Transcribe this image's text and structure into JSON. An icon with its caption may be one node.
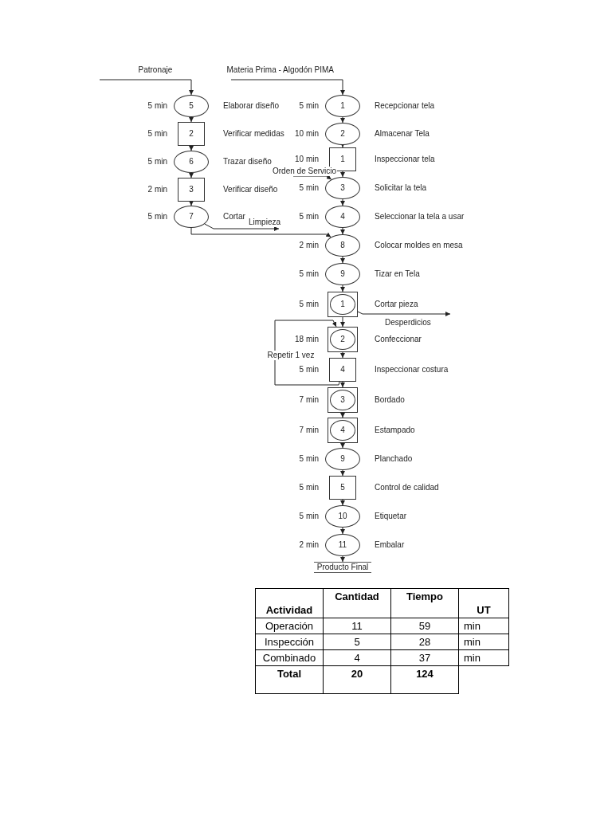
{
  "diagram": {
    "nodes": [
      {
        "text": [
          "5"
        ],
        "beside": [
          "5 min",
          "Elaborar diseño"
        ]
      },
      {
        "text": [
          "2"
        ],
        "beside": [
          "5 min",
          "Verificar medidas"
        ]
      },
      {
        "text": [
          "6"
        ],
        "beside": [
          "5 min",
          "Trazar diseño"
        ]
      },
      {
        "text": [
          "3"
        ],
        "beside": [
          "2 min",
          "Verificar diseño"
        ]
      },
      {
        "text": [
          "7"
        ],
        "beside": [
          "5 min",
          "Cortar"
        ]
      },
      {
        "text": [
          "1"
        ],
        "beside": [
          "5 min",
          "Recepcionar tela"
        ]
      },
      {
        "text": [
          "2"
        ],
        "beside": [
          "10 min",
          "Almacenar Tela"
        ]
      },
      {
        "text": [
          "1"
        ],
        "beside": [
          "10 min",
          "Inspeccionar tela"
        ]
      },
      {
        "text": [
          "3"
        ],
        "beside": [
          "5 min",
          "Solicitar la tela"
        ]
      },
      {
        "text": [
          "4"
        ],
        "beside": [
          "5 min",
          "Seleccionar la tela a usar"
        ]
      },
      {
        "text": [
          "8"
        ],
        "beside": [
          "2 min",
          "Colocar moldes en mesa"
        ]
      },
      {
        "text": [
          "9"
        ],
        "beside": [
          "5 min",
          "Tizar en Tela"
        ]
      },
      {
        "text": [
          "1"
        ],
        "beside": [
          "5 min",
          "Cortar pieza"
        ]
      },
      {
        "text": [
          "2"
        ],
        "beside": [
          "18 min",
          "Confeccionar"
        ]
      },
      {
        "text": [
          "4"
        ],
        "beside": [
          "5 min",
          "Inspeccionar costura"
        ]
      },
      {
        "text": [
          "3"
        ],
        "beside": [
          "7 min",
          "Bordado"
        ]
      },
      {
        "text": [
          "4"
        ],
        "beside": [
          "7 min",
          "Estampado"
        ]
      },
      {
        "text": [
          "9"
        ],
        "beside": [
          "5 min",
          "Planchado"
        ]
      },
      {
        "text": [
          "5"
        ],
        "beside": [
          "5 min",
          "Control de calidad"
        ]
      },
      {
        "text": [
          "10"
        ],
        "beside": [
          "5 min",
          "Etiquetar"
        ]
      },
      {
        "text": [
          "11"
        ],
        "beside": [
          "2 min",
          "Embalar"
        ]
      },
      {
        "text": [
          "Producto Final"
        ]
      }
    ],
    "edges": [
      {
        "from": null,
        "to": 0,
        "arrow": "to",
        "label": "Patronaje"
      },
      {
        "from": 0,
        "to": 1,
        "arrow": "to"
      },
      {
        "from": 1,
        "to": 2,
        "arrow": "to"
      },
      {
        "from": 2,
        "to": 3,
        "arrow": "to"
      },
      {
        "from": 3,
        "to": 4,
        "arrow": "to"
      },
      {
        "from": null,
        "to": 5,
        "arrow": "to",
        "label": "Materia Prima - Algodón PIMA"
      },
      {
        "from": 5,
        "to": 6,
        "arrow": "to"
      },
      {
        "from": 6,
        "to": 7,
        "arrow": "to"
      },
      {
        "from": 7,
        "to": 8,
        "arrow": "to"
      },
      {
        "from": null,
        "to": 8,
        "arrow": "to",
        "label": "Orden de Servicio"
      },
      {
        "from": 8,
        "to": 9,
        "arrow": "to"
      },
      {
        "from": 4,
        "to": null,
        "arrow": "to",
        "label": "Limpieza"
      },
      {
        "from": 4,
        "to": 10,
        "arrow": "to"
      },
      {
        "from": 9,
        "to": 10,
        "arrow": "to"
      },
      {
        "from": 10,
        "to": 11,
        "arrow": "to"
      },
      {
        "from": 11,
        "to": 12,
        "arrow": "to"
      },
      {
        "from": 12,
        "to": null,
        "arrow": "to",
        "label": "Desperdicios"
      },
      {
        "from": 12,
        "to": 13,
        "arrow": "to"
      },
      {
        "from": 13,
        "to": 14,
        "arrow": "to"
      },
      {
        "from": 14,
        "to": 13,
        "arrow": "to",
        "label": "Repetir 1 vez"
      },
      {
        "from": 14,
        "to": 15,
        "arrow": "to"
      },
      {
        "from": 15,
        "to": 16,
        "arrow": "to"
      },
      {
        "from": 16,
        "to": 17,
        "arrow": "to"
      },
      {
        "from": 17,
        "to": 18,
        "arrow": "to"
      },
      {
        "from": 18,
        "to": 19,
        "arrow": "to"
      },
      {
        "from": 19,
        "to": 20,
        "arrow": "to"
      },
      {
        "from": 20,
        "to": 21,
        "arrow": "to"
      }
    ],
    "labels": [
      "Actividad",
      "Cantidad",
      "Tiempo",
      "UT",
      "Operación",
      "11",
      "59",
      "min",
      "Inspección",
      "5",
      "28",
      "min",
      "Combinado",
      "4",
      "37",
      "min",
      "Total",
      "20",
      "124"
    ]
  }
}
